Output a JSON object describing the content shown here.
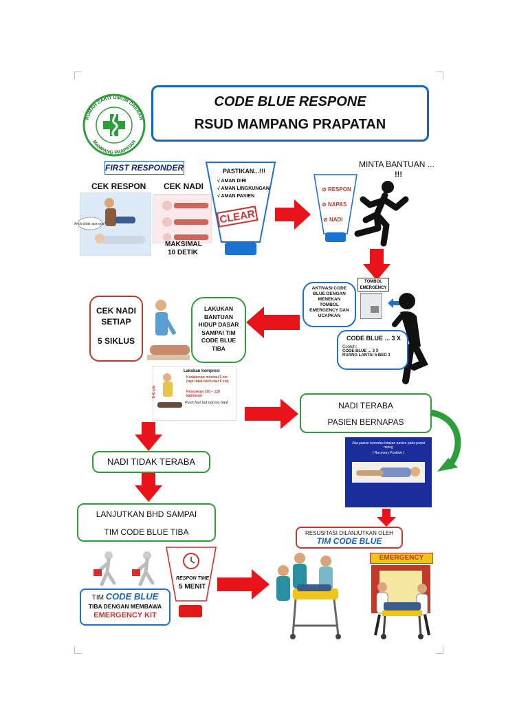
{
  "header": {
    "logo_ring_top": "RUMAH SAKIT UMUM DAERAH",
    "logo_ring_bottom": "MAMPANG PRAPATAN",
    "title_line1": "CODE  BLUE  RESPONE",
    "title_line2": "RSUD MAMPANG PRAPATAN"
  },
  "first_responder": {
    "label": "FIRST RESPONDER",
    "cek_respon": "CEK RESPON",
    "cek_nadi": "CEK NADI",
    "speech": "Anda tidak apa-apa?",
    "maksimal": "MAKSIMAL",
    "detik": "10 DETIK"
  },
  "pastikan": {
    "title": "PASTIKAN...!!!",
    "items": [
      "√ AMAN DIRI",
      "√ AMAN LINGKUNGAN",
      "√ AMAN PASIEN"
    ],
    "stamp": "CLEAR"
  },
  "check_list": {
    "items": [
      "RESPON",
      "NAPAS",
      "NADI"
    ]
  },
  "minta_bantuan": {
    "line1": "MINTA BANTUAN ...",
    "line2": "!!!"
  },
  "tombol": {
    "label": "TOMBOL EMERGENCY",
    "aktivasi": [
      "AKTIVASI CODE",
      "BLUE DENGAN",
      "MENEKAN",
      "TOMBOL",
      "EMERGENCY DAN",
      "UCAPKAN"
    ],
    "code_blue": "CODE BLUE ... 3 X",
    "contoh": "Contoh:",
    "contoh_line1": "CODE BLUE ... 3 X",
    "contoh_line2": "RUANG LANTAI 5 BED 3"
  },
  "cek_nadi_setiap": {
    "line1": "CEK NADI",
    "line2": "SETIAP",
    "line3": "5 SIKLUS"
  },
  "lakukan_bantuan": {
    "lines": [
      "LAKUKAN",
      "BANTUAN",
      "HIDUP DASAR",
      "SAMPAI TIM",
      "CODE BLUE",
      "TIBA"
    ]
  },
  "kompresi": {
    "title": "Lakukan kompresi",
    "b1": "Kedalaman minimal 5 cm (tapi tidak lebih dari 6 cm)",
    "b2": "Kecepatan 100 – 120 kali/menit",
    "side": "5-6 cm",
    "push": "Push fast but not too hard"
  },
  "nadi_teraba": {
    "line1": "NADI TERABA",
    "line2": "PASIEN BERNAPAS"
  },
  "recovery": {
    "caption": "Jika pasien bernafas letakan pasien pada posisi miring",
    "sub": "( Recovery Position )"
  },
  "nadi_tidak_teraba": "NADI TIDAK TERABA",
  "lanjutkan": {
    "line1": "LANJUTKAN BHD SAMPAI",
    "line2": "TIM CODE BLUE TIBA"
  },
  "resusitasi": {
    "line1": "RESUSITASI DILANJUTKAN OLEH",
    "line2": "TIM CODE BLUE"
  },
  "respon_time": {
    "line1": "RESPON TIME",
    "line2": "5 MENIT"
  },
  "tim_tiba": {
    "tim": "TIM",
    "code_blue": "CODE BLUE",
    "line2": "TIBA DENGAN MEMBAWA",
    "line3": "EMERGENCY KIT"
  },
  "emergency_sign": "EMERGENCY",
  "colors": {
    "arrow_red": "#e8131b",
    "green": "#2e9e3a",
    "blue": "#1565c0",
    "button_blue": "#1a73d1"
  }
}
